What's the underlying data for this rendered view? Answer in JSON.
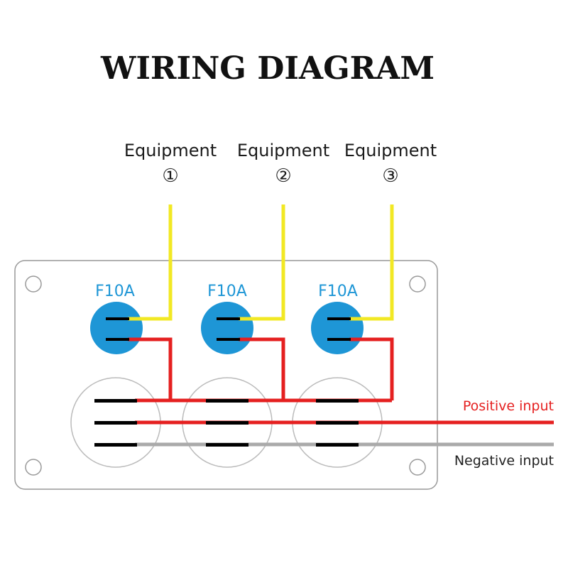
{
  "title": "WIRING DIAGRAM",
  "equipment": [
    {
      "label": "Equipment",
      "number": "①"
    },
    {
      "label": "Equipment",
      "number": "②"
    },
    {
      "label": "Equipment",
      "number": "③"
    }
  ],
  "fuses": [
    {
      "label": "F10A"
    },
    {
      "label": "F10A"
    },
    {
      "label": "F10A"
    }
  ],
  "inputs": {
    "positive": "Positive input",
    "negative": "Negative input"
  },
  "colors": {
    "fuse_body": "#1e96d6",
    "fuse_label": "#1e96d6",
    "load_wire": "#f2e824",
    "positive_wire": "#e52020",
    "negative_wire": "#aaaaaa",
    "positive_label": "#e52020",
    "negative_label": "#222222",
    "panel_outline": "#999999"
  }
}
